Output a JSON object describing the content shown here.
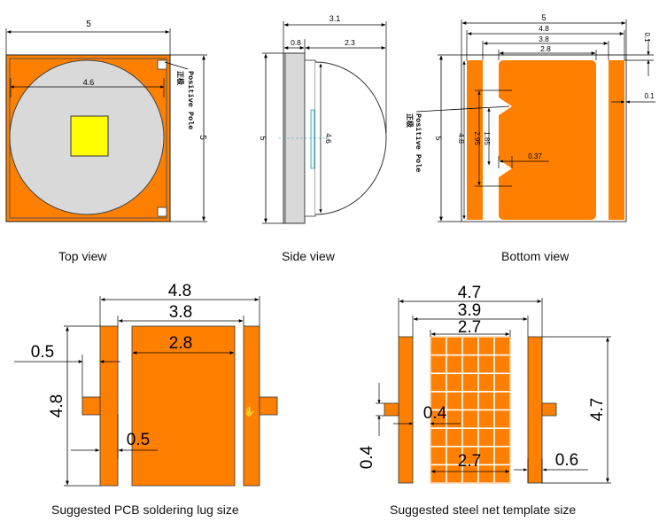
{
  "captions": {
    "top": "Top view",
    "side": "Side view",
    "bottom": "Bottom view",
    "pcb": "Suggested PCB soldering lug size",
    "steel": "Suggested steel net template size"
  },
  "top_view": {
    "width": "5",
    "height": "5",
    "dome": "4.6",
    "pole_en": "Positive Pole",
    "pole_cn": "正极"
  },
  "side_view": {
    "total": "3.1",
    "base": "0.8",
    "dome": "2.3",
    "height": "5",
    "lens": "4.6"
  },
  "bottom_view": {
    "w5": "5",
    "w48": "4.8",
    "w38": "3.8",
    "w28": "2.8",
    "d01a": "0.1",
    "d01b": "0.1",
    "h5": "5",
    "h48": "4.8",
    "h295": "2.95",
    "h185": "1.85",
    "d037": "0.37",
    "pole_en": "Positive Pole",
    "pole_cn": "正极"
  },
  "pcb": {
    "w48": "4.8",
    "w38": "3.8",
    "w28": "2.8",
    "d05a": "0.5",
    "h48": "4.8",
    "d05b": "0.5"
  },
  "steel": {
    "w47": "4.7",
    "w39": "3.9",
    "w27a": "2.7",
    "h47": "4.7",
    "d04a": "0.4",
    "d04b": "0.4",
    "w27b": "2.7",
    "d06": "0.6"
  },
  "colors": {
    "orange": "#FF8000",
    "grey": "#D9D9D9",
    "yellow": "#FFFF00",
    "line": "#000000"
  }
}
